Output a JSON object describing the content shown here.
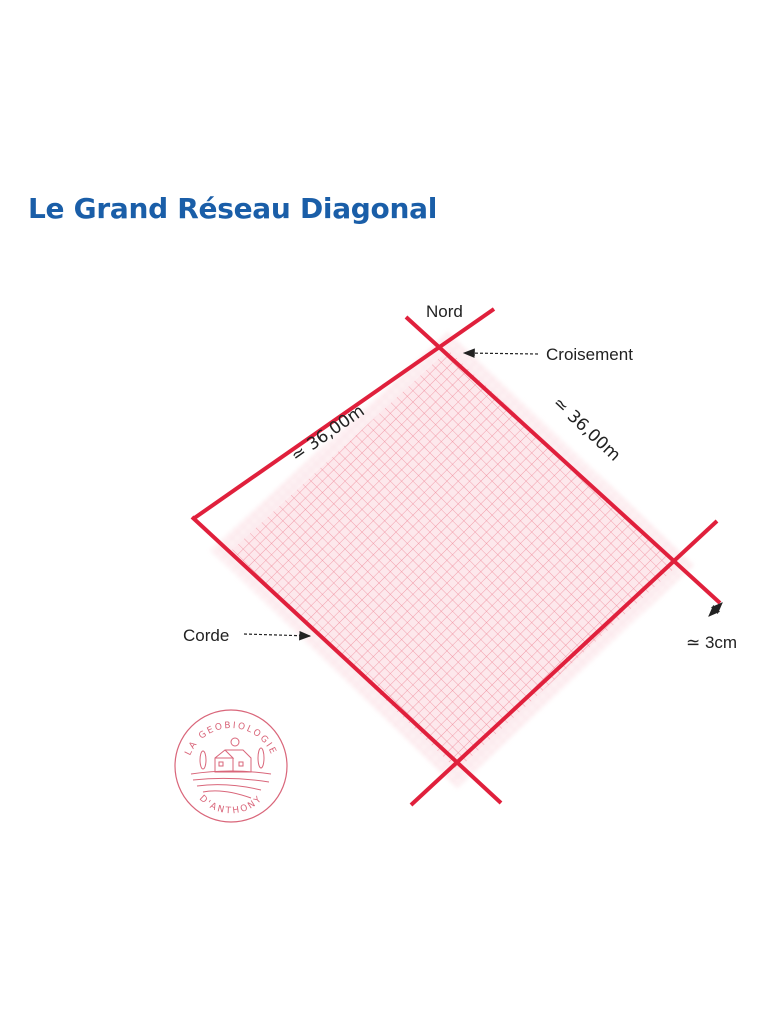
{
  "title": "Le Grand Réseau Diagonal",
  "labels": {
    "north": "Nord",
    "crossing": "Croisement",
    "rope": "Corde",
    "side_left": "≃ 36,00m",
    "side_right": "≃ 36,00m",
    "width": "≃ 3cm"
  },
  "logo": {
    "top_text": "LA GEOBIOLOGIE",
    "bottom_text": "D'ANTHONY"
  },
  "colors": {
    "title": "#1a5ea8",
    "grid_line": "#e0203c",
    "mesh": "#f08a9a",
    "logo": "#d9667a",
    "arrow": "#222222"
  }
}
